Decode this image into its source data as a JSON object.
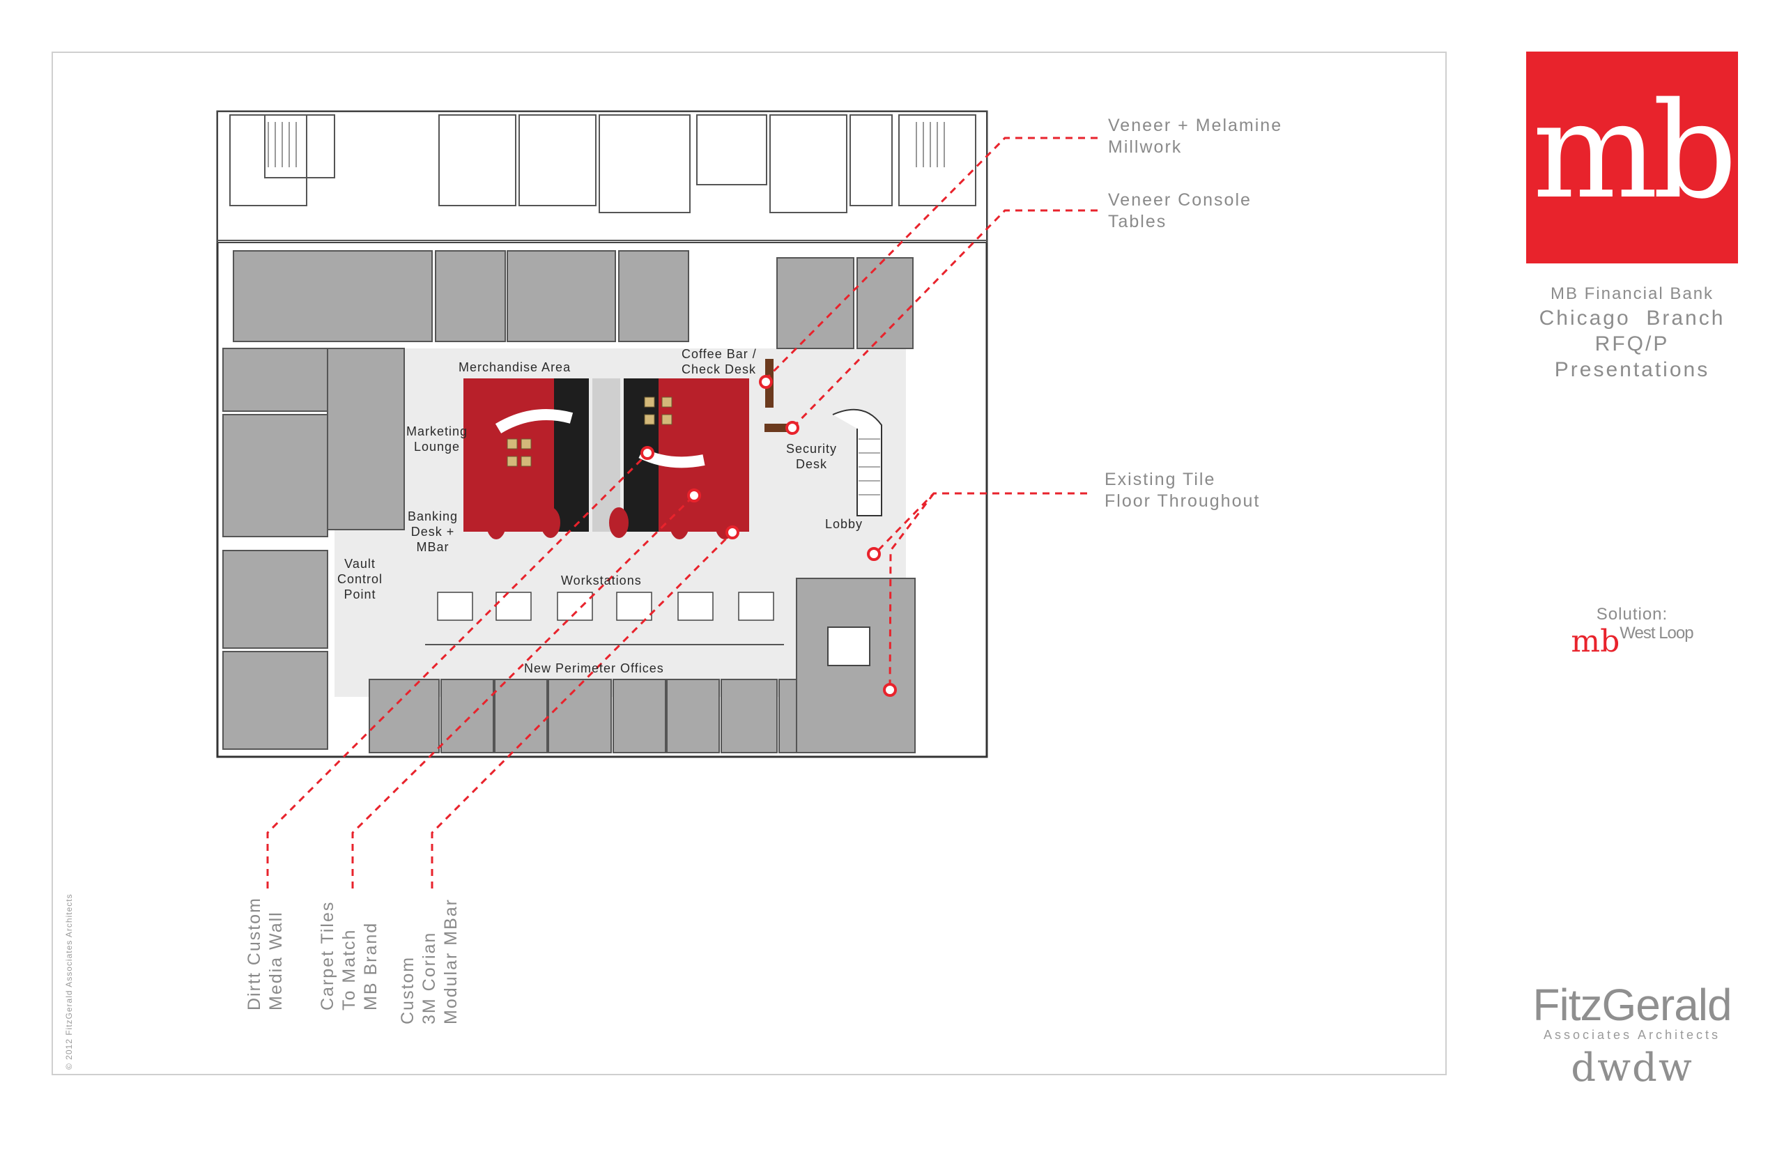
{
  "brand": {
    "logo_text": "mb",
    "logo_color": "#e8232c",
    "bank_name": "MB Financial Bank",
    "branch": "Chicago  Branch",
    "rfq": "RFQ/P",
    "presentations": "Presentations",
    "solution_label": "Solution:",
    "solution_mb": "mb",
    "solution_name": "West Loop",
    "architect_name": "FitzGerald",
    "architect_sub": "Associates Architects",
    "partner": "dwdw",
    "copyright": "© 2012 FitzGerald Associates Architects"
  },
  "callouts": {
    "veneer_melamine": [
      "Veneer + Melamine",
      "Millwork"
    ],
    "veneer_console": [
      "Veneer Console",
      "Tables"
    ],
    "existing_tile": [
      "Existing Tile",
      "Floor Throughout"
    ],
    "media_wall": [
      "Dirtt Custom",
      "Media Wall"
    ],
    "carpet_tiles": [
      "Carpet Tiles",
      "To Match",
      "MB Brand"
    ],
    "corian": [
      "Custom",
      "3M Corian",
      "Modular MBar"
    ]
  },
  "rooms": {
    "merchandise": "Merchandise Area",
    "coffee_bar": [
      "Coffee Bar /",
      "Check Desk"
    ],
    "marketing": [
      "Marketing",
      "Lounge"
    ],
    "security": [
      "Security",
      "Desk"
    ],
    "banking": [
      "Banking",
      "Desk +",
      "MBar"
    ],
    "lobby": "Lobby",
    "vault": [
      "Vault",
      "Control",
      "Point"
    ],
    "workstations": "Workstations",
    "perimeter": "New Perimeter Offices"
  },
  "colors": {
    "accent_red": "#e8232c",
    "carpet_red": "#b8202a",
    "room_gray": "#a8a8a8",
    "floor_tile": "#ececec"
  }
}
